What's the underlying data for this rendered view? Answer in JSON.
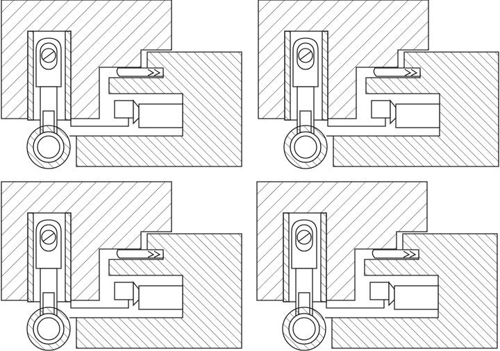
{
  "figure": {
    "panels": [
      {
        "id": "top-left",
        "state": "hinge-closed"
      },
      {
        "id": "top-right",
        "state": "hinge-closed"
      },
      {
        "id": "bottom-left",
        "state": "hinge-open"
      },
      {
        "id": "bottom-right",
        "state": "hinge-open"
      }
    ],
    "colors": {
      "line": "#1a1a1a",
      "background": "#ffffff"
    }
  }
}
